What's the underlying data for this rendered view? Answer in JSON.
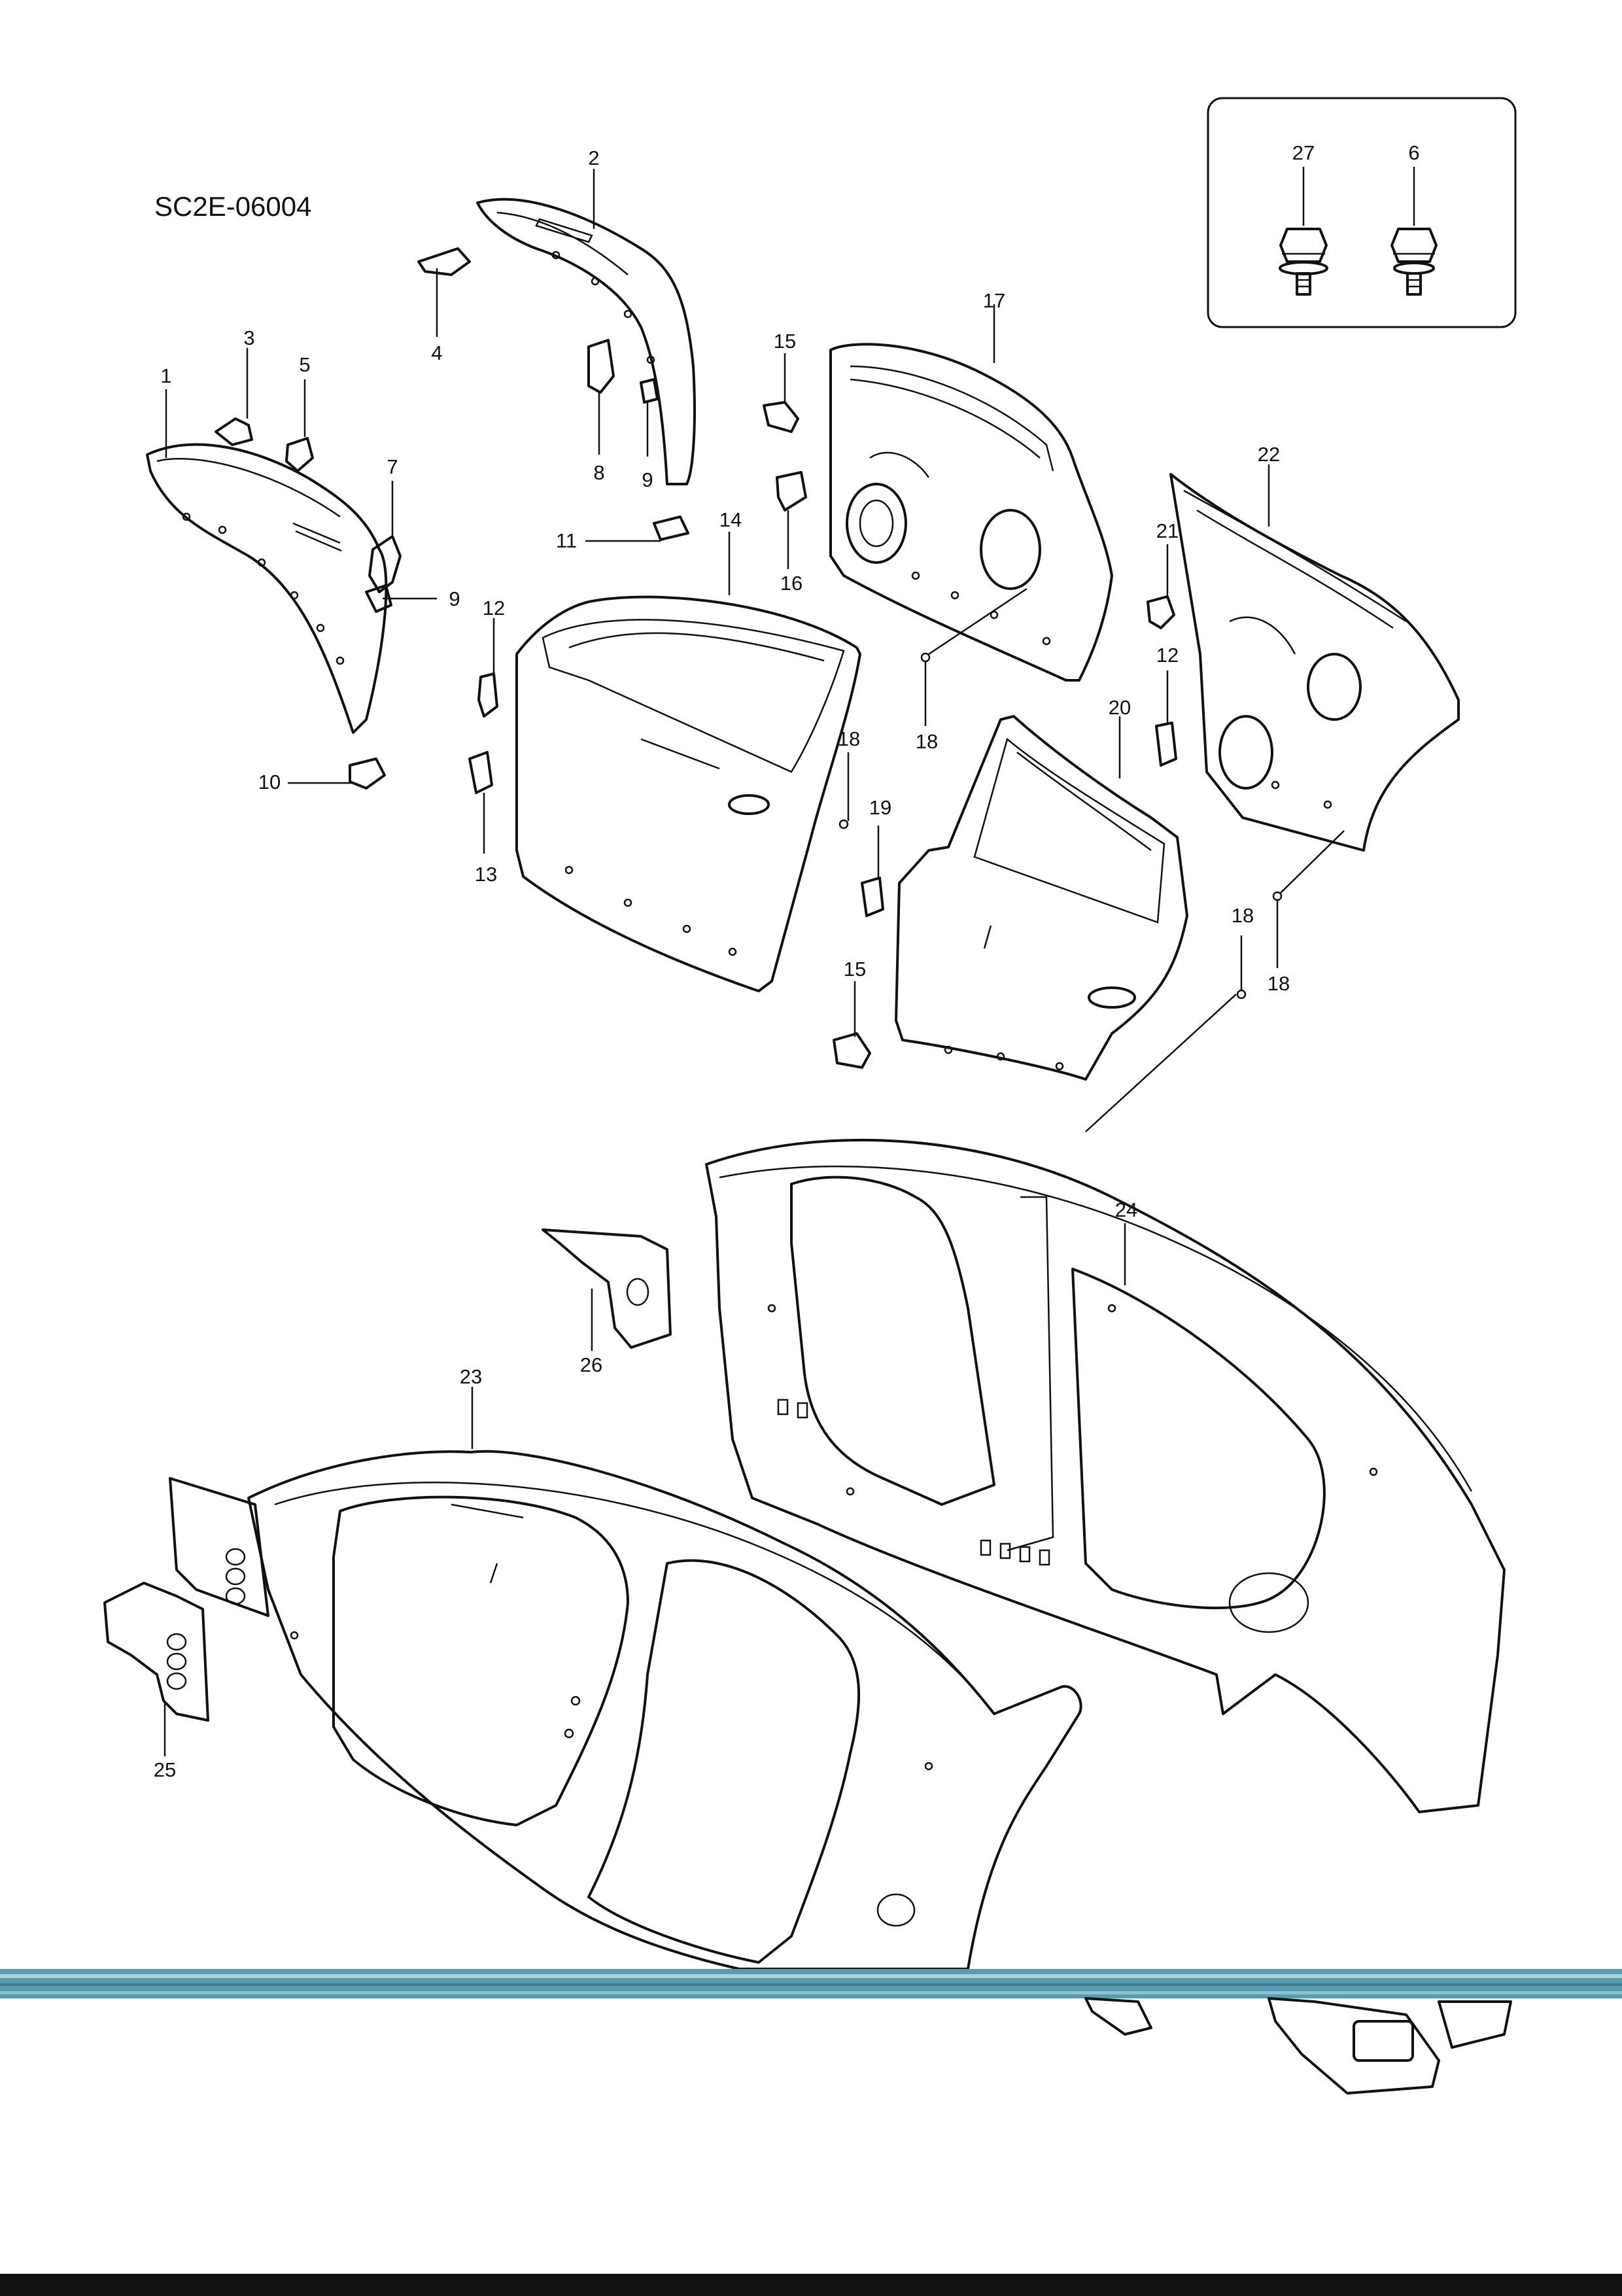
{
  "diagram": {
    "doc_code": "SC2E-06004",
    "fastener_box_labels": [
      "27",
      "6"
    ],
    "callouts": {
      "c1": "1",
      "c2": "2",
      "c3": "3",
      "c4": "4",
      "c5": "5",
      "c7": "7",
      "c8": "8",
      "c9a": "9",
      "c9b": "9",
      "c10": "10",
      "c11": "11",
      "c12a": "12",
      "c12b": "12",
      "c13": "13",
      "c14": "14",
      "c15a": "15",
      "c15b": "15",
      "c16": "16",
      "c17": "17",
      "c18a": "18",
      "c18b": "18",
      "c18c": "18",
      "c18d": "18",
      "c19": "19",
      "c20": "20",
      "c21": "21",
      "c22": "22",
      "c23": "23",
      "c24": "24",
      "c25": "25",
      "c26": "26",
      "c27": "27",
      "c6": "6"
    }
  }
}
